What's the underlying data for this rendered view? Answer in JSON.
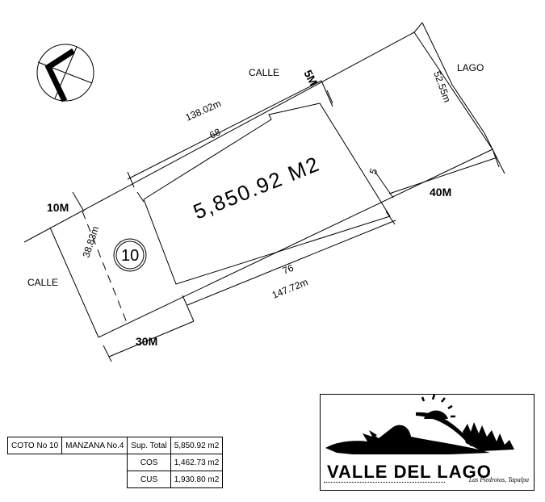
{
  "plan": {
    "street_top": "CALLE",
    "street_left": "CALLE",
    "lake": "LAGO",
    "dim_5m": "5M",
    "dim_10m": "10M",
    "dim_30m": "30M",
    "dim_40m": "40M",
    "dim_138": "138.02m",
    "dim_68": "68",
    "dim_5255": "52.55m",
    "dim_5": "5",
    "dim_76": "76",
    "dim_14772": "147.72m",
    "dim_3883": "38.83m",
    "area": "5,850.92 M2",
    "lot_number": "10"
  },
  "info_table": {
    "coto": "COTO No 10",
    "manzana": "MANZANA No.4",
    "sup_label": "Sup. Total",
    "sup_value": "5,850.92 m2",
    "cos_label": "COS",
    "cos_value": "1,462.73 m2",
    "cus_label": "CUS",
    "cus_value": "1,930.80 m2"
  },
  "logo": {
    "title": "VALLE DEL LAGO",
    "subtitle": "Las Piedrotas, Tapalpa"
  }
}
